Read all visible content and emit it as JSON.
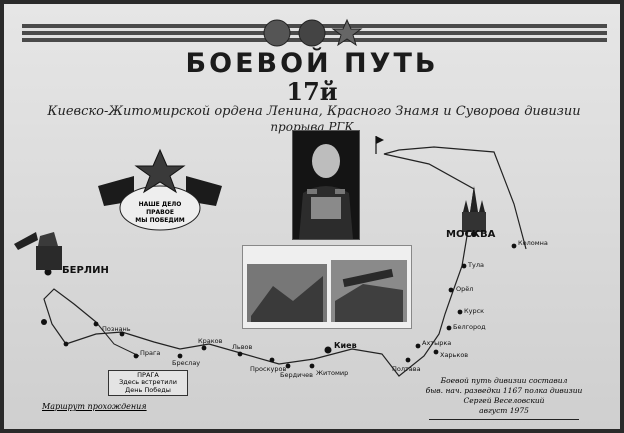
{
  "poster": {
    "title": "БОЕВОЙ ПУТЬ",
    "number": "17й",
    "subtitle_line1": "Киевско-Житомирской ордена Ленина, Красного Знамя и Суворова дивизии",
    "subtitle_line2": "прорыва РГК",
    "emblem_text_line1": "НАШЕ ДЕЛО",
    "emblem_text_line2": "ПРАВОЕ",
    "emblem_text_line3": "МЫ ПОБЕДИМ"
  },
  "route_labels": [
    {
      "text": "БЕРЛИН",
      "size": "big"
    },
    {
      "text": "МОСКВА",
      "size": "big"
    },
    {
      "text": "Киев",
      "size": "med"
    },
    {
      "text": "Коломна",
      "size": "small"
    },
    {
      "text": "Тула",
      "size": "small"
    },
    {
      "text": "Орёл",
      "size": "small"
    },
    {
      "text": "Курск",
      "size": "small"
    },
    {
      "text": "Белгород",
      "size": "small"
    },
    {
      "text": "Харьков",
      "size": "small"
    },
    {
      "text": "Ахтырка",
      "size": "small"
    },
    {
      "text": "Полтава",
      "size": "small"
    },
    {
      "text": "Житомир",
      "size": "small"
    },
    {
      "text": "Бердичев",
      "size": "small"
    },
    {
      "text": "Проскуров",
      "size": "small"
    },
    {
      "text": "Львов",
      "size": "small"
    },
    {
      "text": "Краков",
      "size": "small"
    },
    {
      "text": "Бреслау",
      "size": "small"
    },
    {
      "text": "Познань",
      "size": "small"
    },
    {
      "text": "Прага",
      "size": "small"
    }
  ],
  "caption": {
    "line1": "ПРАГА",
    "line2": "Здесь встретили",
    "line3": "День Победы"
  },
  "left_note": "Маршрут прохождения",
  "author": {
    "line1": "Боевой путь дивизии составил",
    "line2": "быв. нач. разведки 1167 полка дивизии",
    "line3": "Сергей Веселовский",
    "line4": "август 1975"
  },
  "colors": {
    "paper": "#dcdcdc",
    "ink": "#1b1b1b",
    "frame": "#2a2a2a"
  }
}
